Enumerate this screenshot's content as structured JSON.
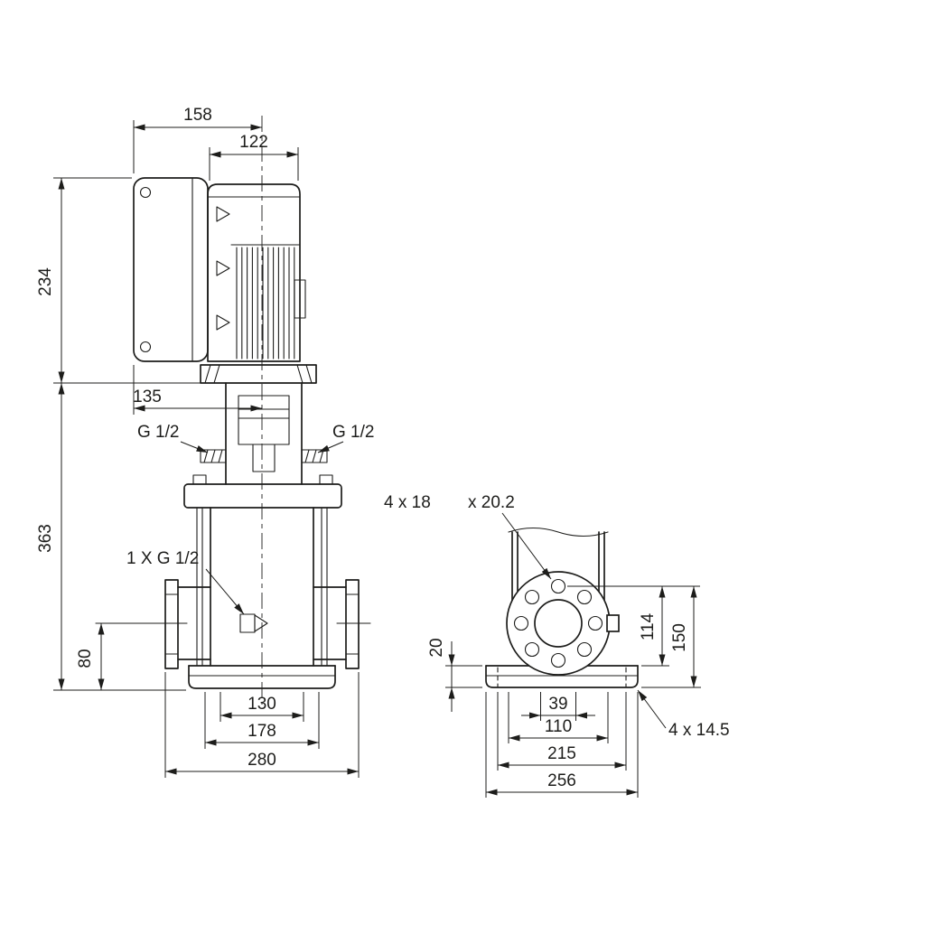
{
  "colors": {
    "ink": "#1d1d1b",
    "background": "#ffffff"
  },
  "front_view": {
    "dims": {
      "total_depth": "158",
      "motor_depth": "122",
      "motor_height": "234",
      "box_offset": "135",
      "pump_height": "363",
      "port_centerline_height": "80",
      "base_inner_width": "130",
      "base_bolt_width": "178",
      "flange_to_flange": "280"
    },
    "labels": {
      "port_left": "G 1/2",
      "port_right": "G 1/2",
      "drain": "1 X G 1/2"
    }
  },
  "side_view": {
    "dims": {
      "hole_to_base_top": "114",
      "hole_to_ground": "150",
      "base_height": "20",
      "hole_offset": "39",
      "port_width": "110",
      "base_bolt_span": "215",
      "base_width": "256"
    },
    "labels": {
      "flange_holes_a": "4 x 18",
      "flange_holes_b": "x 20.2",
      "base_holes": "4 x 14.5"
    }
  }
}
